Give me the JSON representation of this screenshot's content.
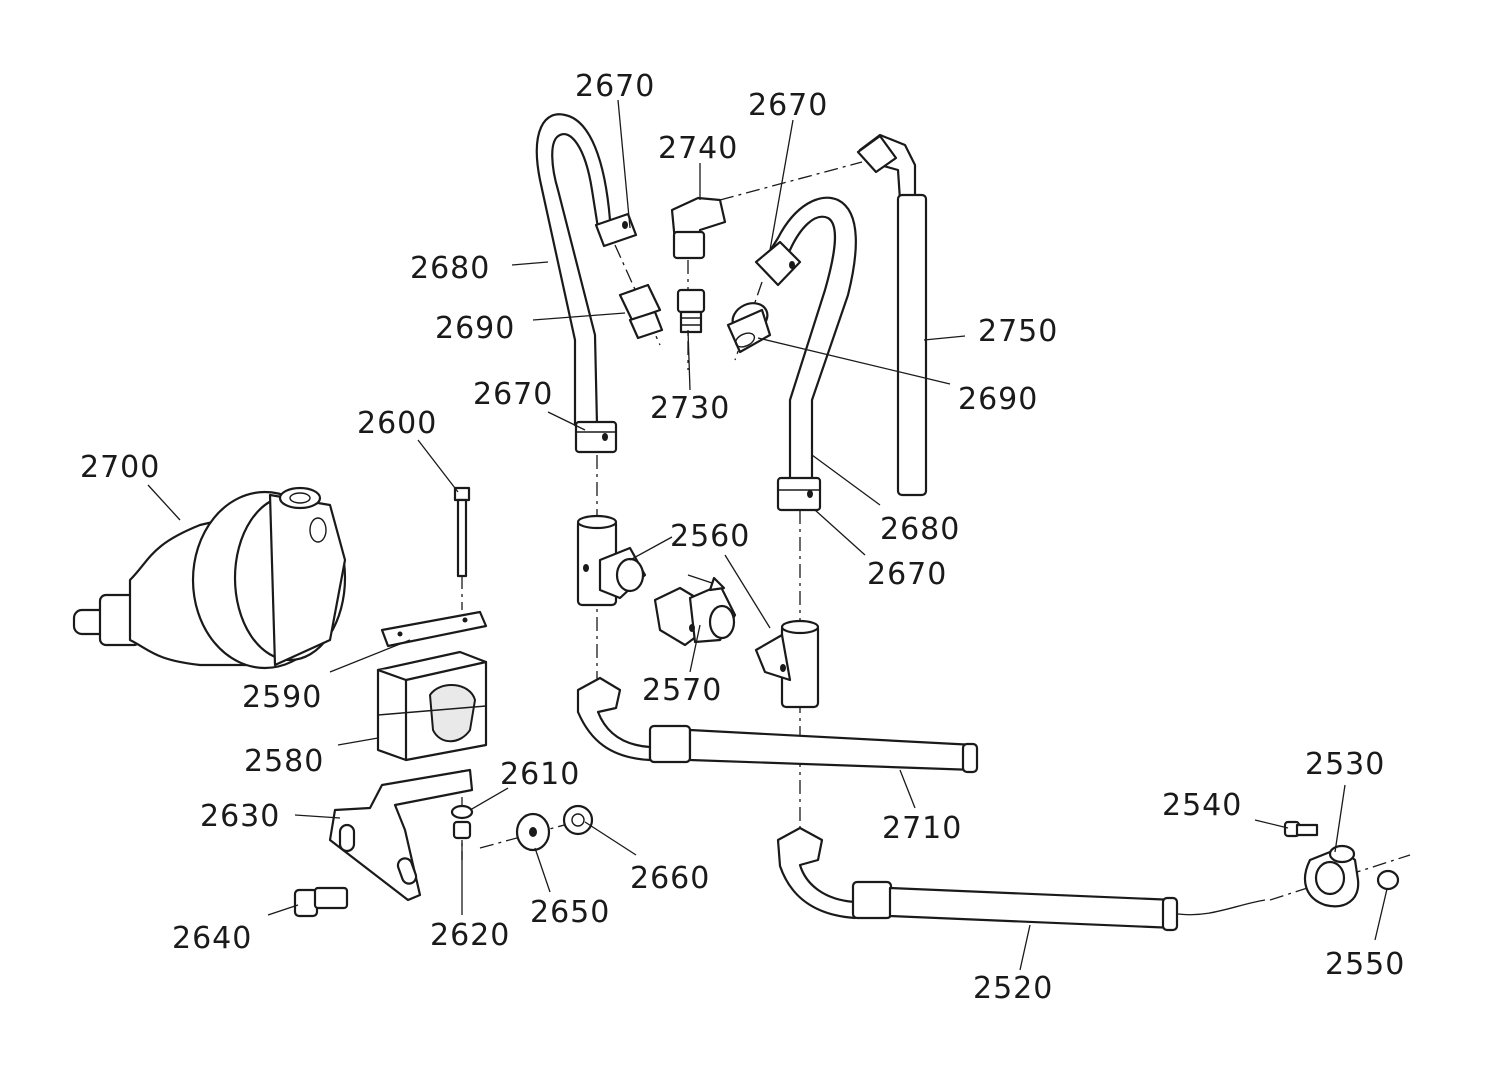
{
  "diagram": {
    "labels": {
      "2670_a": "2670",
      "2670_b": "2670",
      "2670_c": "2670",
      "2670_d": "2670",
      "2740": "2740",
      "2680_a": "2680",
      "2680_b": "2680",
      "2690_a": "2690",
      "2690_b": "2690",
      "2750": "2750",
      "2730": "2730",
      "2600": "2600",
      "2700": "2700",
      "2560": "2560",
      "2590": "2590",
      "2570": "2570",
      "2580": "2580",
      "2610": "2610",
      "2630": "2630",
      "2710": "2710",
      "2530": "2530",
      "2540": "2540",
      "2660": "2660",
      "2650": "2650",
      "2640": "2640",
      "2620": "2620",
      "2550": "2550",
      "2520": "2520"
    }
  }
}
